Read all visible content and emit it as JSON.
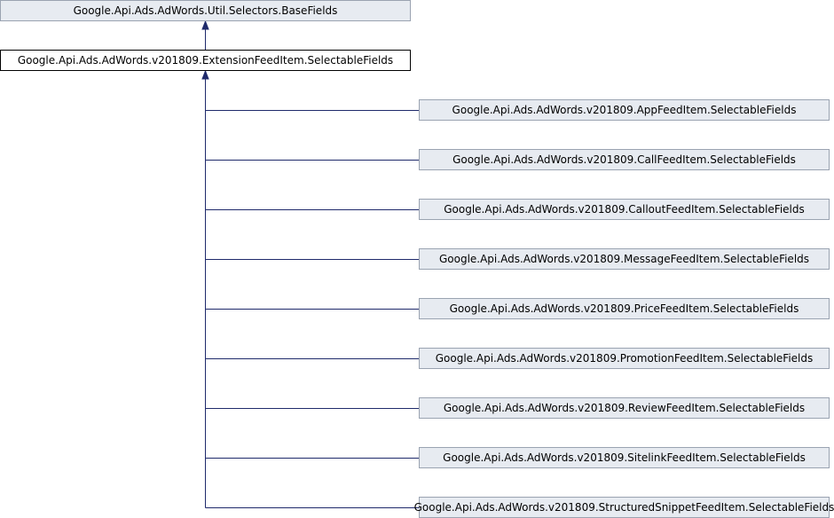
{
  "diagram": {
    "base": {
      "label": "Google.Api.Ads.AdWords.Util.Selectors.BaseFields"
    },
    "current": {
      "label": "Google.Api.Ads.AdWords.v201809.ExtensionFeedItem.SelectableFields"
    },
    "children": [
      {
        "label": "Google.Api.Ads.AdWords.v201809.AppFeedItem.SelectableFields"
      },
      {
        "label": "Google.Api.Ads.AdWords.v201809.CallFeedItem.SelectableFields"
      },
      {
        "label": "Google.Api.Ads.AdWords.v201809.CalloutFeedItem.SelectableFields"
      },
      {
        "label": "Google.Api.Ads.AdWords.v201809.MessageFeedItem.SelectableFields"
      },
      {
        "label": "Google.Api.Ads.AdWords.v201809.PriceFeedItem.SelectableFields"
      },
      {
        "label": "Google.Api.Ads.AdWords.v201809.PromotionFeedItem.SelectableFields"
      },
      {
        "label": "Google.Api.Ads.AdWords.v201809.ReviewFeedItem.SelectableFields"
      },
      {
        "label": "Google.Api.Ads.AdWords.v201809.SitelinkFeedItem.SelectableFields"
      },
      {
        "label": "Google.Api.Ads.AdWords.v201809.StructuredSnippetFeedItem.SelectableFields"
      }
    ],
    "colors": {
      "edge": "#1f2a6b",
      "node_fill": "#e7ebf1",
      "node_border": "#9aa3b1",
      "current_border": "#000000"
    }
  }
}
